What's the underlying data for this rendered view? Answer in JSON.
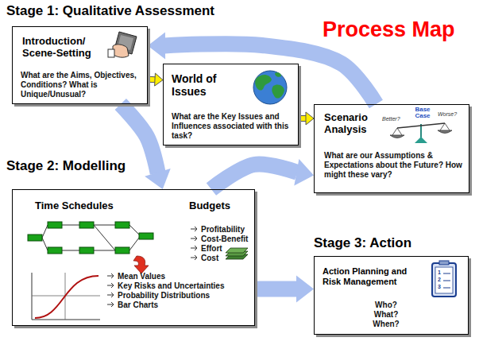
{
  "diagram": {
    "title": "Process Map",
    "nodes": [
      {
        "text": [
          "Introduction/ Scene-Setting",
          "What are the Aims, Objectives, Conditions? What is Unique/Unusual?"
        ]
      },
      {
        "text": [
          "World of Issues",
          "What are the Key Issues and Influences associated with this task?"
        ]
      },
      {
        "text": [
          "Scenario Analysis",
          "What are our Assumptions & Expectations about the Future? How might these vary?"
        ]
      },
      {
        "text": [
          "Time Schedules",
          "Budgets",
          "Profitability",
          "Cost-Benefit",
          "Effort",
          "Cost",
          "Mean Values",
          "Key Risks and Uncertainties",
          "Probability Distributions",
          "Bar Charts"
        ]
      },
      {
        "text": [
          "Action Planning and Risk Management",
          "Who? What? When?"
        ]
      }
    ],
    "edges": [
      {
        "from": 0,
        "to": 1,
        "arrow": "to"
      },
      {
        "from": 1,
        "to": 2,
        "arrow": "to"
      },
      {
        "from": 2,
        "to": 0,
        "arrow": "to"
      },
      {
        "from": 0,
        "to": 3,
        "arrow": "to"
      },
      {
        "from": 3,
        "to": 2,
        "arrow": "to"
      },
      {
        "from": 3,
        "to": 4,
        "arrow": "to"
      }
    ],
    "labels": [
      "Stage 1: Qualitative Assessment",
      "Base Case",
      "Better?",
      "Worse?",
      "Stage 2: Modelling",
      "Stage 3: Action",
      "1",
      "2",
      "3"
    ]
  }
}
